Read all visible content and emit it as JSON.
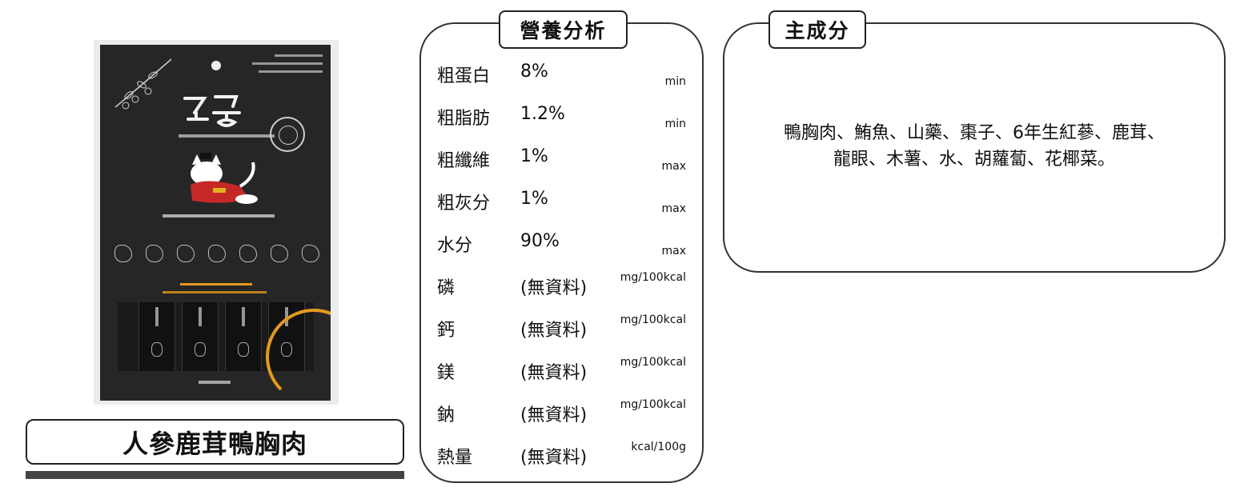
{
  "product": {
    "name": "人參鹿茸鴨胸肉",
    "image_icon": "product-package-icon"
  },
  "nutrition": {
    "title": "營養分析",
    "rows": [
      {
        "name": "粗蛋白",
        "value": "8%",
        "unit": "min"
      },
      {
        "name": "粗脂肪",
        "value": "1.2%",
        "unit": "min"
      },
      {
        "name": "粗纖維",
        "value": "1%",
        "unit": "max"
      },
      {
        "name": "粗灰分",
        "value": "1%",
        "unit": "max"
      },
      {
        "name": "水分",
        "value": "90%",
        "unit": "max"
      },
      {
        "name": "磷",
        "value": "(無資料)",
        "unit": "mg/100kcal"
      },
      {
        "name": "鈣",
        "value": "(無資料)",
        "unit": "mg/100kcal"
      },
      {
        "name": "鎂",
        "value": "(無資料)",
        "unit": "mg/100kcal"
      },
      {
        "name": "鈉",
        "value": "(無資料)",
        "unit": "mg/100kcal"
      },
      {
        "name": "熱量",
        "value": "(無資料)",
        "unit": "kcal/100g"
      }
    ]
  },
  "ingredients": {
    "title": "主成分",
    "lines": [
      "鴨胸肉、鮪魚、山藥、棗子、6年生紅蔘、鹿茸、",
      "龍眼、木薯、水、胡蘿蔔、花椰菜。"
    ]
  },
  "colors": {
    "package_bg": "#262626",
    "accent_orange": "#e29a1e",
    "border": "#333333"
  }
}
